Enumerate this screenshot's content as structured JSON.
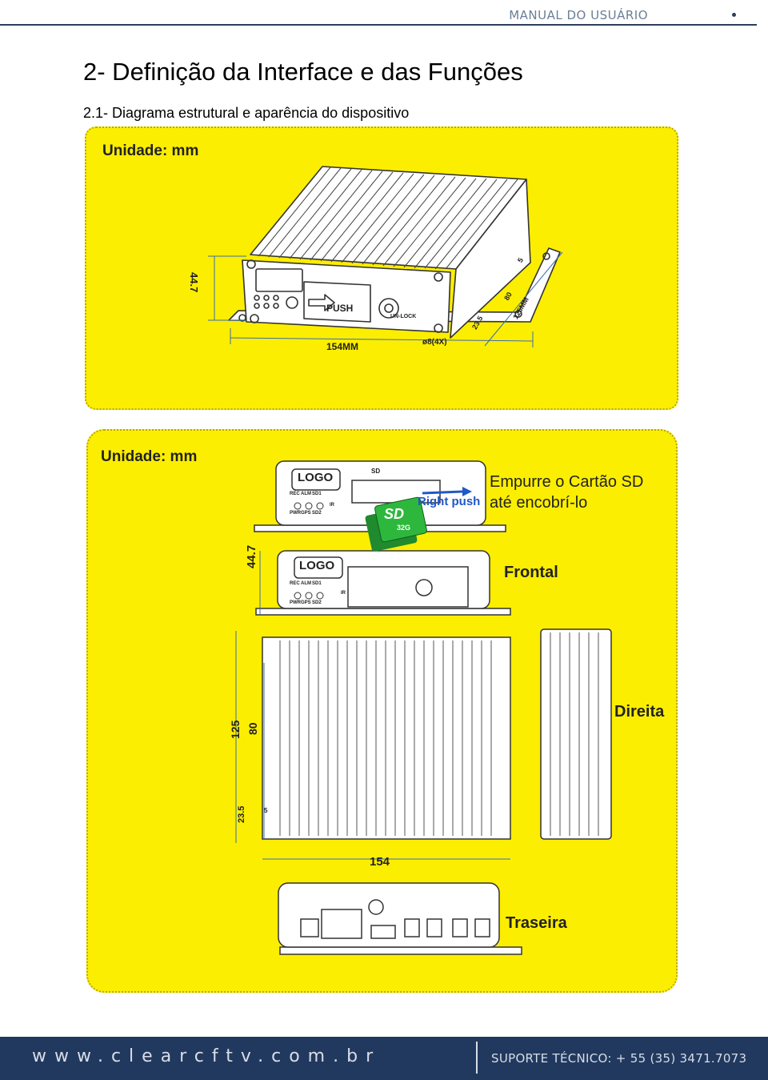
{
  "header": {
    "title": "MANUAL DO USUÁRIO"
  },
  "section": {
    "title": "2- Definição da Interface e das Funções",
    "subtitle": "2.1- Diagrama estrutural e aparência do dispositivo"
  },
  "panel1": {
    "unit": "Unidade: mm",
    "push_label": "PUSH",
    "unlock_label": "UN-LOCK",
    "dim_height": "44.7",
    "dim_width": "154MM",
    "dim_holes": "ø8(4X)",
    "dim_depth_small": "23.5",
    "dim_depth_mid": "80",
    "dim_depth_full": "125MM",
    "dim_hole_offset": "5"
  },
  "panel2": {
    "unit": "Unidade: mm",
    "sd_instruction_line1": "Empurre o Cartão SD",
    "sd_instruction_line2": "até encobrí-lo",
    "right_push": "Right push",
    "logo": "LOGO",
    "sd_card_text": "SD",
    "sd_card_size": "32G",
    "sd_slot_label": "SD",
    "led_row1": [
      "REC",
      "ALM",
      "SD1"
    ],
    "led_row2": [
      "PWR",
      "GPS",
      "SD2"
    ],
    "ir_label": "IR",
    "label_front": "Frontal",
    "label_right": "Direita",
    "label_rear": "Traseira",
    "dim_height": "44.7",
    "dim_depth_full": "125",
    "dim_depth_mid": "80",
    "dim_depth_small": "23.5",
    "dim_hole_offset": "5",
    "dim_width": "154"
  },
  "footer": {
    "website": "www.clearcftv.com.br",
    "support": "SUPORTE TÉCNICO: + 55 (35) 3471.7073"
  }
}
